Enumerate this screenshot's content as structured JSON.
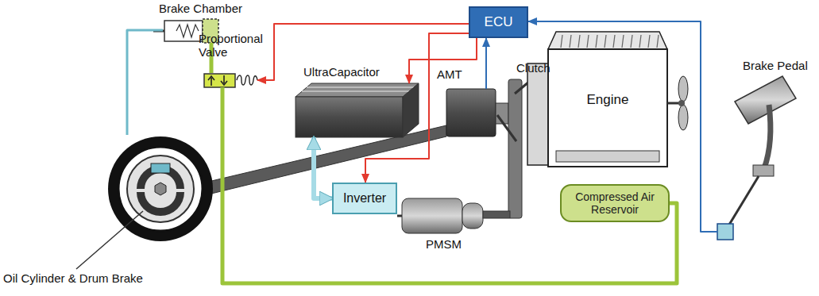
{
  "diagram": {
    "nodes": [
      {
        "text": [
          "ECU"
        ]
      },
      {
        "text": [
          "UltraCapacitor"
        ]
      },
      {
        "text": [
          "AMT"
        ]
      },
      {
        "text": [
          "Inverter"
        ]
      },
      {
        "text": [
          "Compressed Air Reservoir"
        ]
      },
      {
        "text": [
          "Proportional Valve"
        ]
      },
      {
        "text": [
          "Brake Pedal"
        ]
      },
      {
        "text": [
          "Brake Chamber"
        ]
      },
      {
        "text": [
          "Oil Cylinder & Drum Brake"
        ]
      }
    ],
    "edges": [
      {
        "from": 0,
        "to": 5,
        "arrow": "to"
      },
      {
        "from": 0,
        "to": 1,
        "arrow": "to"
      },
      {
        "from": 0,
        "to": 3,
        "arrow": "to"
      },
      {
        "from": 2,
        "to": 0,
        "arrow": "to"
      },
      {
        "from": 6,
        "to": 0,
        "arrow": "to"
      },
      {
        "from": 1,
        "to": 3,
        "arrow": "both"
      },
      {
        "from": 4,
        "to": 5,
        "arrow": "none"
      },
      {
        "from": 5,
        "to": 7,
        "arrow": "none"
      },
      {
        "from": 7,
        "to": 8,
        "arrow": "none"
      }
    ],
    "labels": [
      "Clutch",
      "Engine",
      "PMSM"
    ]
  }
}
